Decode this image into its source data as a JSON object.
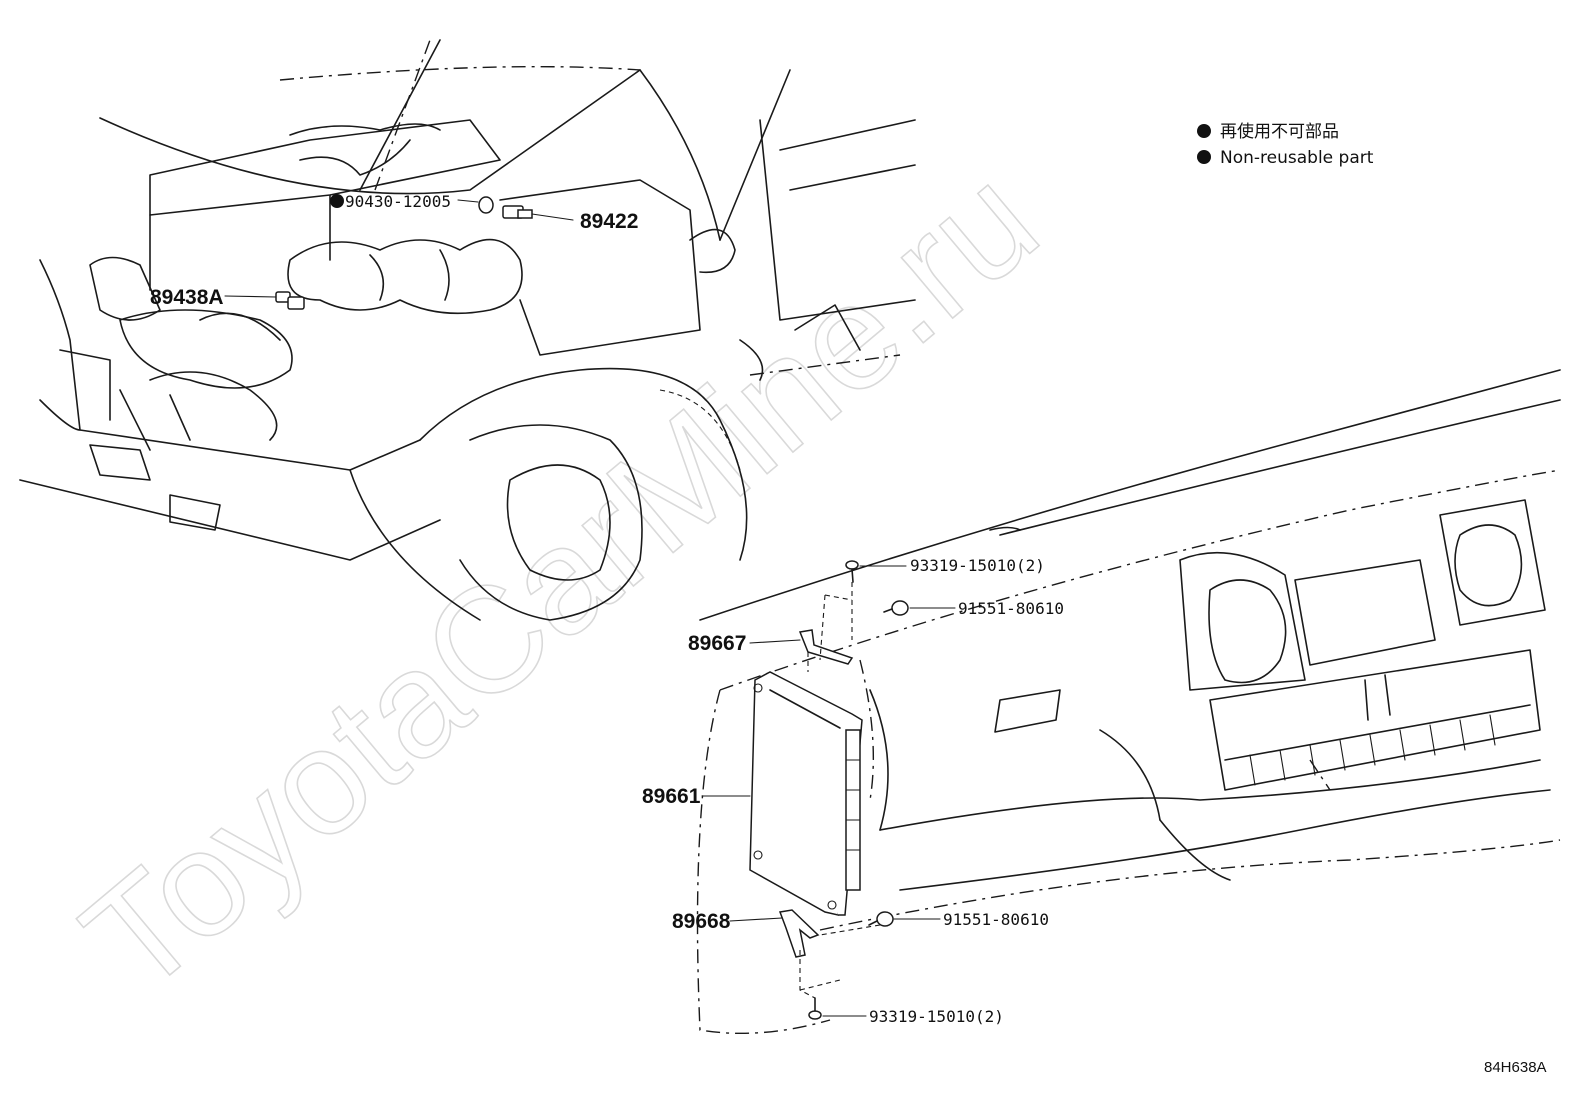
{
  "watermark": "ToyotaCarMine.ru",
  "legend": {
    "items": [
      {
        "text": "再使用不可部品"
      },
      {
        "text": "Non-reusable part"
      }
    ]
  },
  "parts": {
    "gasket": "90430-12005",
    "sensor_top": "89422",
    "sensor_left": "89438A",
    "bolt_top": "93319-15010(2)",
    "screw_top": "91551-80610",
    "bracket_top": "89667",
    "ecu": "89661",
    "bracket_bottom": "89668",
    "screw_bottom": "91551-80610",
    "bolt_bottom": "93319-15010(2)"
  },
  "diagram_code": "84H638A"
}
